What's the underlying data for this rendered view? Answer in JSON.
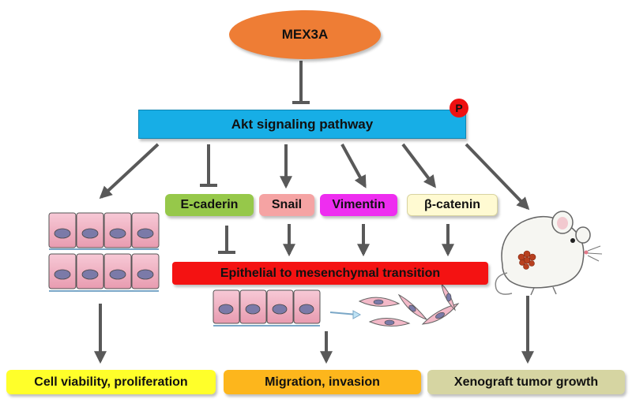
{
  "nodes": {
    "mex3a": "MEX3A",
    "akt": "Akt signaling pathway",
    "phospho": "P",
    "ecadherin": "E-caderin",
    "snail": "Snail",
    "vimentin": "Vimentin",
    "bcatenin": "β-catenin",
    "emt": "Epithelial to mesenchymal transition"
  },
  "outcomes": {
    "cell": "Cell viability, proliferation",
    "migration": "Migration, invasion",
    "xenograft": "Xenograft tumor growth"
  },
  "colors": {
    "mex3a": "#ee7d35",
    "akt": "#17aee6",
    "phospho": "#ee1111",
    "ecadherin": "#96c84a",
    "snail": "#f5a3a3",
    "vimentin": "#ee2df0",
    "bcatenin": "#fffad2",
    "emt": "#f41212",
    "cell": "#ffff2a",
    "migration": "#fdb61c",
    "xenograft": "#d6d5a2",
    "arrow": "#595959"
  },
  "edges": [
    {
      "from": "MEX3A",
      "to": "Akt signaling pathway",
      "type": "inhibit"
    },
    {
      "from": "Akt signaling pathway",
      "to": "Cell viability, proliferation",
      "type": "activate"
    },
    {
      "from": "Akt signaling pathway",
      "to": "E-caderin",
      "type": "inhibit"
    },
    {
      "from": "Akt signaling pathway",
      "to": "Snail",
      "type": "activate"
    },
    {
      "from": "Akt signaling pathway",
      "to": "Vimentin",
      "type": "activate"
    },
    {
      "from": "Akt signaling pathway",
      "to": "β-catenin",
      "type": "activate"
    },
    {
      "from": "Akt signaling pathway",
      "to": "Xenograft tumor growth",
      "type": "activate"
    },
    {
      "from": "E-caderin",
      "to": "Epithelial to mesenchymal transition",
      "type": "inhibit"
    },
    {
      "from": "Snail",
      "to": "Epithelial to mesenchymal transition",
      "type": "activate"
    },
    {
      "from": "Vimentin",
      "to": "Epithelial to mesenchymal transition",
      "type": "activate"
    },
    {
      "from": "β-catenin",
      "to": "Epithelial to mesenchymal transition",
      "type": "activate"
    },
    {
      "from": "Epithelial to mesenchymal transition",
      "to": "Migration, invasion",
      "type": "activate"
    }
  ],
  "illustrations": [
    "epithelial-cell-layers",
    "epithelial-to-mesenchymal-cells",
    "mouse-with-tumor"
  ]
}
